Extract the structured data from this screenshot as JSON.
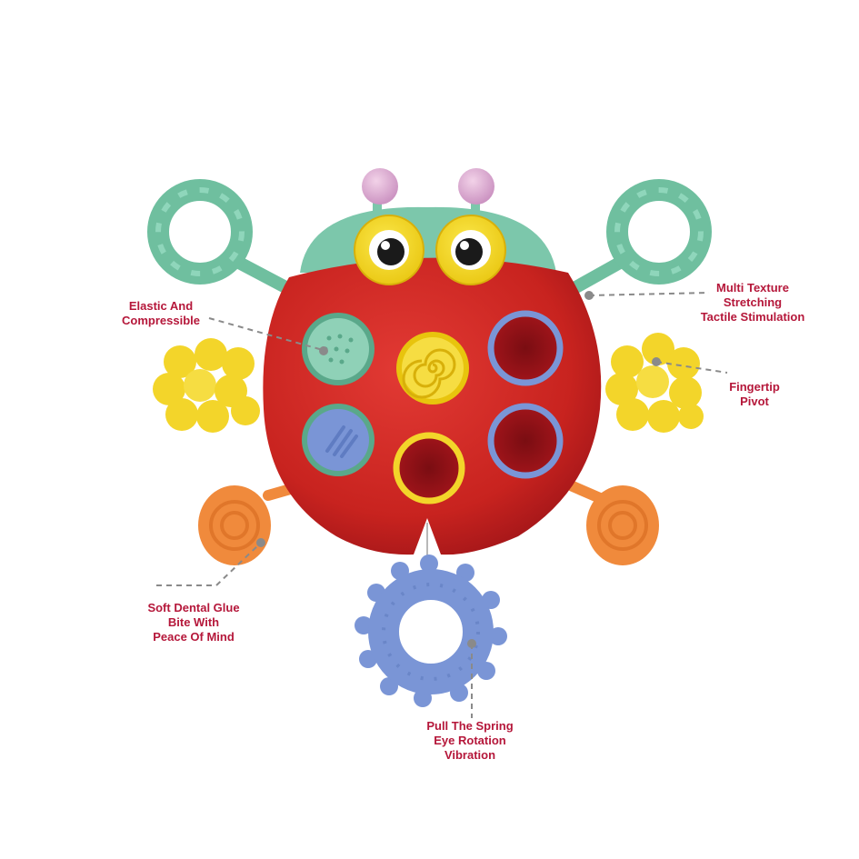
{
  "annotations": {
    "elastic": "Elastic And\nCompressible",
    "multi_texture": "Multi Texture\nStretching\nTactile Stimulation",
    "fingertip": "Fingertip\nPivot",
    "dental": "Soft Dental Glue\nBite With\nPeace Of Mind",
    "spring": "Pull The Spring\nEye Rotation\nVibration"
  },
  "colors": {
    "label_text": "#b5173a",
    "body_red": "#d1282a",
    "body_dark_red": "#a8161c",
    "head_mint": "#7cc7ab",
    "ring_mint": "#6fbf9f",
    "flower_yellow": "#f3d52a",
    "foot_orange": "#f08a3c",
    "ring_blue": "#7a95d6",
    "antenna_pink": "#e4b3d6",
    "eye_yellow": "#f6dd1c",
    "leader_line": "#8a8a8a"
  }
}
